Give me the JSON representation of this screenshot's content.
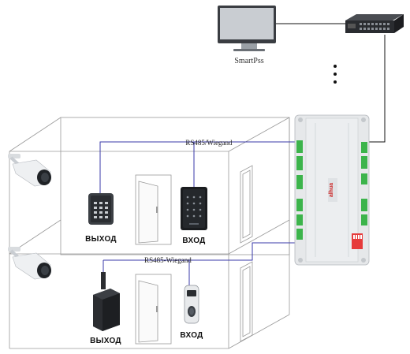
{
  "server": {
    "label": "SmartPss"
  },
  "buses": [
    {
      "label": "RS485/Wiegand"
    },
    {
      "label": "RS485-Wiegand"
    }
  ],
  "devices": {
    "floor1_keypad": {
      "label": "ВЫХОД"
    },
    "floor1_card_reader": {
      "label": "ВХОД"
    },
    "floor2_proximity_reader": {
      "label": "ВЫХОД"
    },
    "floor2_fingerprint_reader": {
      "label": "ВХОД"
    }
  },
  "controller": {
    "brand": "alhua"
  },
  "colors": {
    "bus_line": "#3a3aa8",
    "network_line": "#111111",
    "controller_body": "#e6e8ea",
    "terminal_green": "#3cb44b",
    "dip_switch": "#e63b3b"
  },
  "icons": [
    "monitor-icon",
    "network-switch-icon",
    "ip-camera-icon",
    "keypad-reader-icon",
    "card-reader-icon",
    "proximity-reader-icon",
    "fingerprint-reader-icon",
    "door-icon",
    "controller-icon"
  ]
}
